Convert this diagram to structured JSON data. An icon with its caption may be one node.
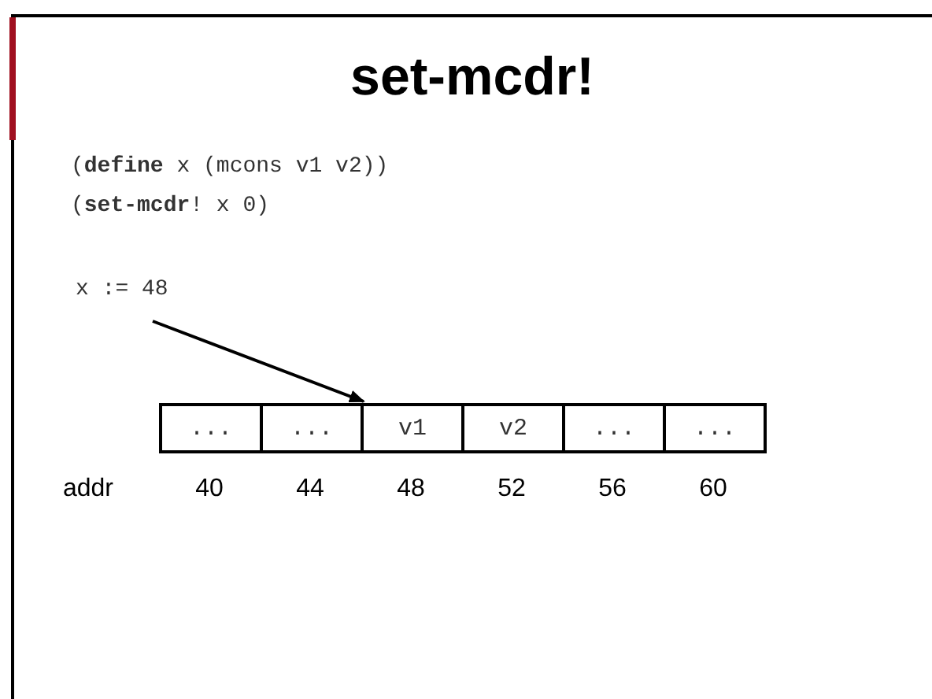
{
  "diagram": {
    "title": "set-mcdr!",
    "nodes": [
      {
        "text": [
          "x := 48"
        ]
      },
      {
        "text": [
          "..."
        ]
      },
      {
        "text": [
          "..."
        ]
      },
      {
        "text": [
          "v1"
        ]
      },
      {
        "text": [
          "v2"
        ]
      },
      {
        "text": [
          "..."
        ]
      },
      {
        "text": [
          "..."
        ]
      }
    ],
    "edges": [
      {
        "from": 0,
        "to": 3,
        "arrow": "to"
      }
    ],
    "labels": [
      "(**define** x (mcons v1 v2))",
      "(**set-mcdr**! x 0)",
      "addr",
      "40",
      "44",
      "48",
      "52",
      "56",
      "60"
    ]
  }
}
